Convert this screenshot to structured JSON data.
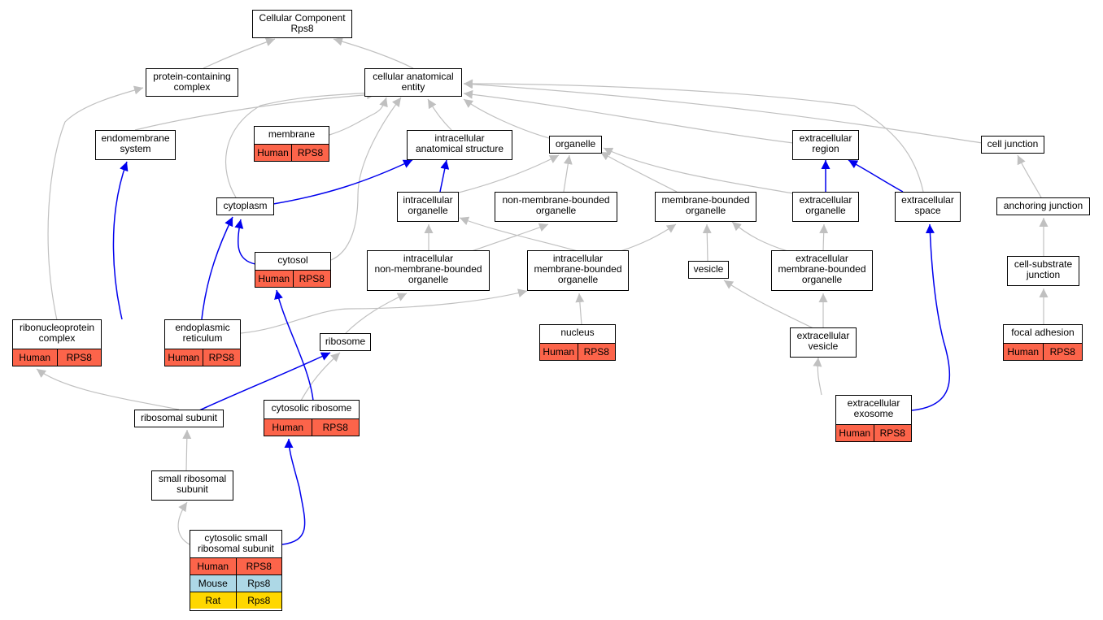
{
  "colors": {
    "edge_gray": "#c0c0c0",
    "edge_blue": "#0000ee",
    "human": "#fc644a",
    "mouse": "#add8e6",
    "rat": "#ffd700"
  },
  "nodes": {
    "cellular_component": "Cellular Component\nRps8",
    "protein_containing_complex": "protein-containing\ncomplex",
    "cellular_anatomical_entity": "cellular anatomical\nentity",
    "endomembrane_system": "endomembrane\nsystem",
    "membrane": "membrane",
    "intracellular_anatomical_structure": "intracellular\nanatomical structure",
    "organelle": "organelle",
    "extracellular_region": "extracellular\nregion",
    "cell_junction": "cell junction",
    "cytoplasm": "cytoplasm",
    "intracellular_organelle": "intracellular\norganelle",
    "non_membrane_bounded_organelle": "non-membrane-bounded\norganelle",
    "membrane_bounded_organelle": "membrane-bounded\norganelle",
    "extracellular_organelle": "extracellular\norganelle",
    "extracellular_space": "extracellular\nspace",
    "anchoring_junction": "anchoring junction",
    "cytosol": "cytosol",
    "intracellular_non_membrane_bounded_organelle": "intracellular\nnon-membrane-bounded\norganelle",
    "intracellular_membrane_bounded_organelle": "intracellular\nmembrane-bounded\norganelle",
    "vesicle": "vesicle",
    "extracellular_membrane_bounded_organelle": "extracellular\nmembrane-bounded\norganelle",
    "cell_substrate_junction": "cell-substrate\njunction",
    "ribonucleoprotein_complex": "ribonucleoprotein\ncomplex",
    "endoplasmic_reticulum": "endoplasmic\nreticulum",
    "ribosome": "ribosome",
    "nucleus": "nucleus",
    "extracellular_vesicle": "extracellular\nvesicle",
    "focal_adhesion": "focal adhesion",
    "ribosomal_subunit": "ribosomal subunit",
    "cytosolic_ribosome": "cytosolic ribosome",
    "extracellular_exosome": "extracellular\nexosome",
    "small_ribosomal_subunit": "small ribosomal\nsubunit",
    "cytosolic_small_ribosomal_subunit": "cytosolic small\nribosomal subunit"
  },
  "gene_tables": {
    "membrane": [
      [
        "Human",
        "RPS8"
      ]
    ],
    "cytosol": [
      [
        "Human",
        "RPS8"
      ]
    ],
    "ribonucleoprotein_complex": [
      [
        "Human",
        "RPS8"
      ]
    ],
    "endoplasmic_reticulum": [
      [
        "Human",
        "RPS8"
      ]
    ],
    "nucleus": [
      [
        "Human",
        "RPS8"
      ]
    ],
    "focal_adhesion": [
      [
        "Human",
        "RPS8"
      ]
    ],
    "cytosolic_ribosome": [
      [
        "Human",
        "RPS8"
      ]
    ],
    "extracellular_exosome": [
      [
        "Human",
        "RPS8"
      ]
    ],
    "cytosolic_small_ribosomal_subunit": [
      [
        "Human",
        "RPS8"
      ],
      [
        "Mouse",
        "Rps8"
      ],
      [
        "Rat",
        "Rps8"
      ]
    ]
  }
}
